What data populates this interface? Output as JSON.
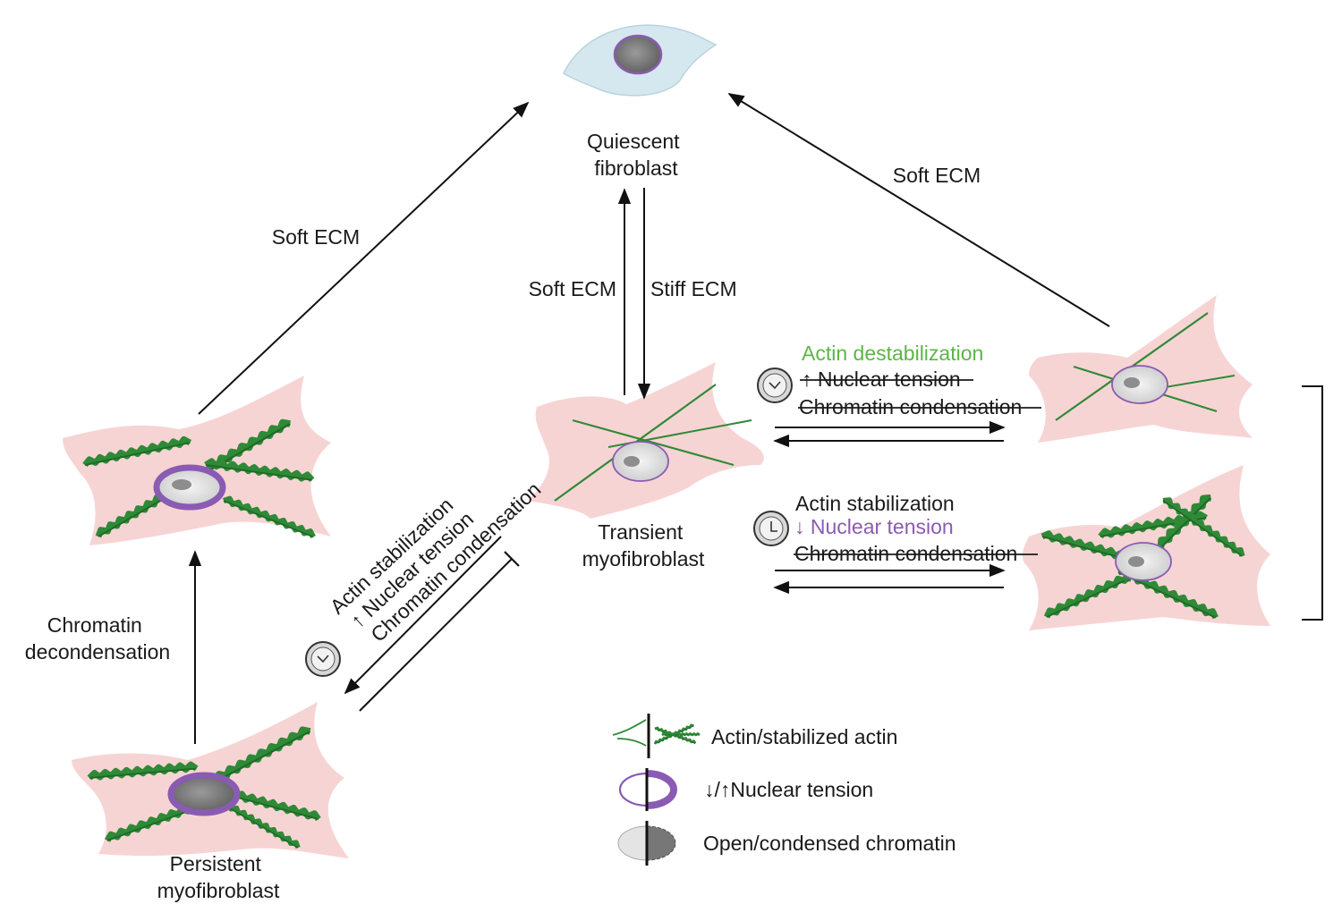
{
  "cells": {
    "quiescent": [
      "Quiescent",
      "fibroblast"
    ],
    "transient": [
      "Transient",
      "myofibroblast"
    ],
    "persistent": [
      "Persistent",
      "myofibroblast"
    ]
  },
  "arrows": {
    "persistent_to_quiescent": "Soft ECM",
    "top_right_to_quiescent": "Soft ECM",
    "transient_to_quiescent": "Soft ECM",
    "quiescent_to_transient": "Stiff ECM",
    "persistent_up": [
      "Chromatin",
      "decondensation"
    ]
  },
  "transient_upper": {
    "line1": "Actin destabilization",
    "line2": "↑ Nuclear tension",
    "line3": "Chromatin condensation"
  },
  "transient_lower": {
    "line1": "Actin stabilization",
    "line2": "↓ Nuclear tension",
    "line3": "Chromatin condensation"
  },
  "diagonal": {
    "line1": "Actin stabilization",
    "line2": "↑ Nuclear tension",
    "line3": "Chromatin condensation"
  },
  "legend": {
    "actin": "Actin/stabilized actin",
    "nuclear": "↓/↑Nuclear tension",
    "chromatin": "Open/condensed chromatin"
  },
  "colors": {
    "cell_pink": "#f6cfcf",
    "quiescent_blue": "#d6e8ef",
    "actin_green": "#2f8a37",
    "nucleus_purple": "#8a5bb3",
    "highlight_green": "#5cb547"
  }
}
